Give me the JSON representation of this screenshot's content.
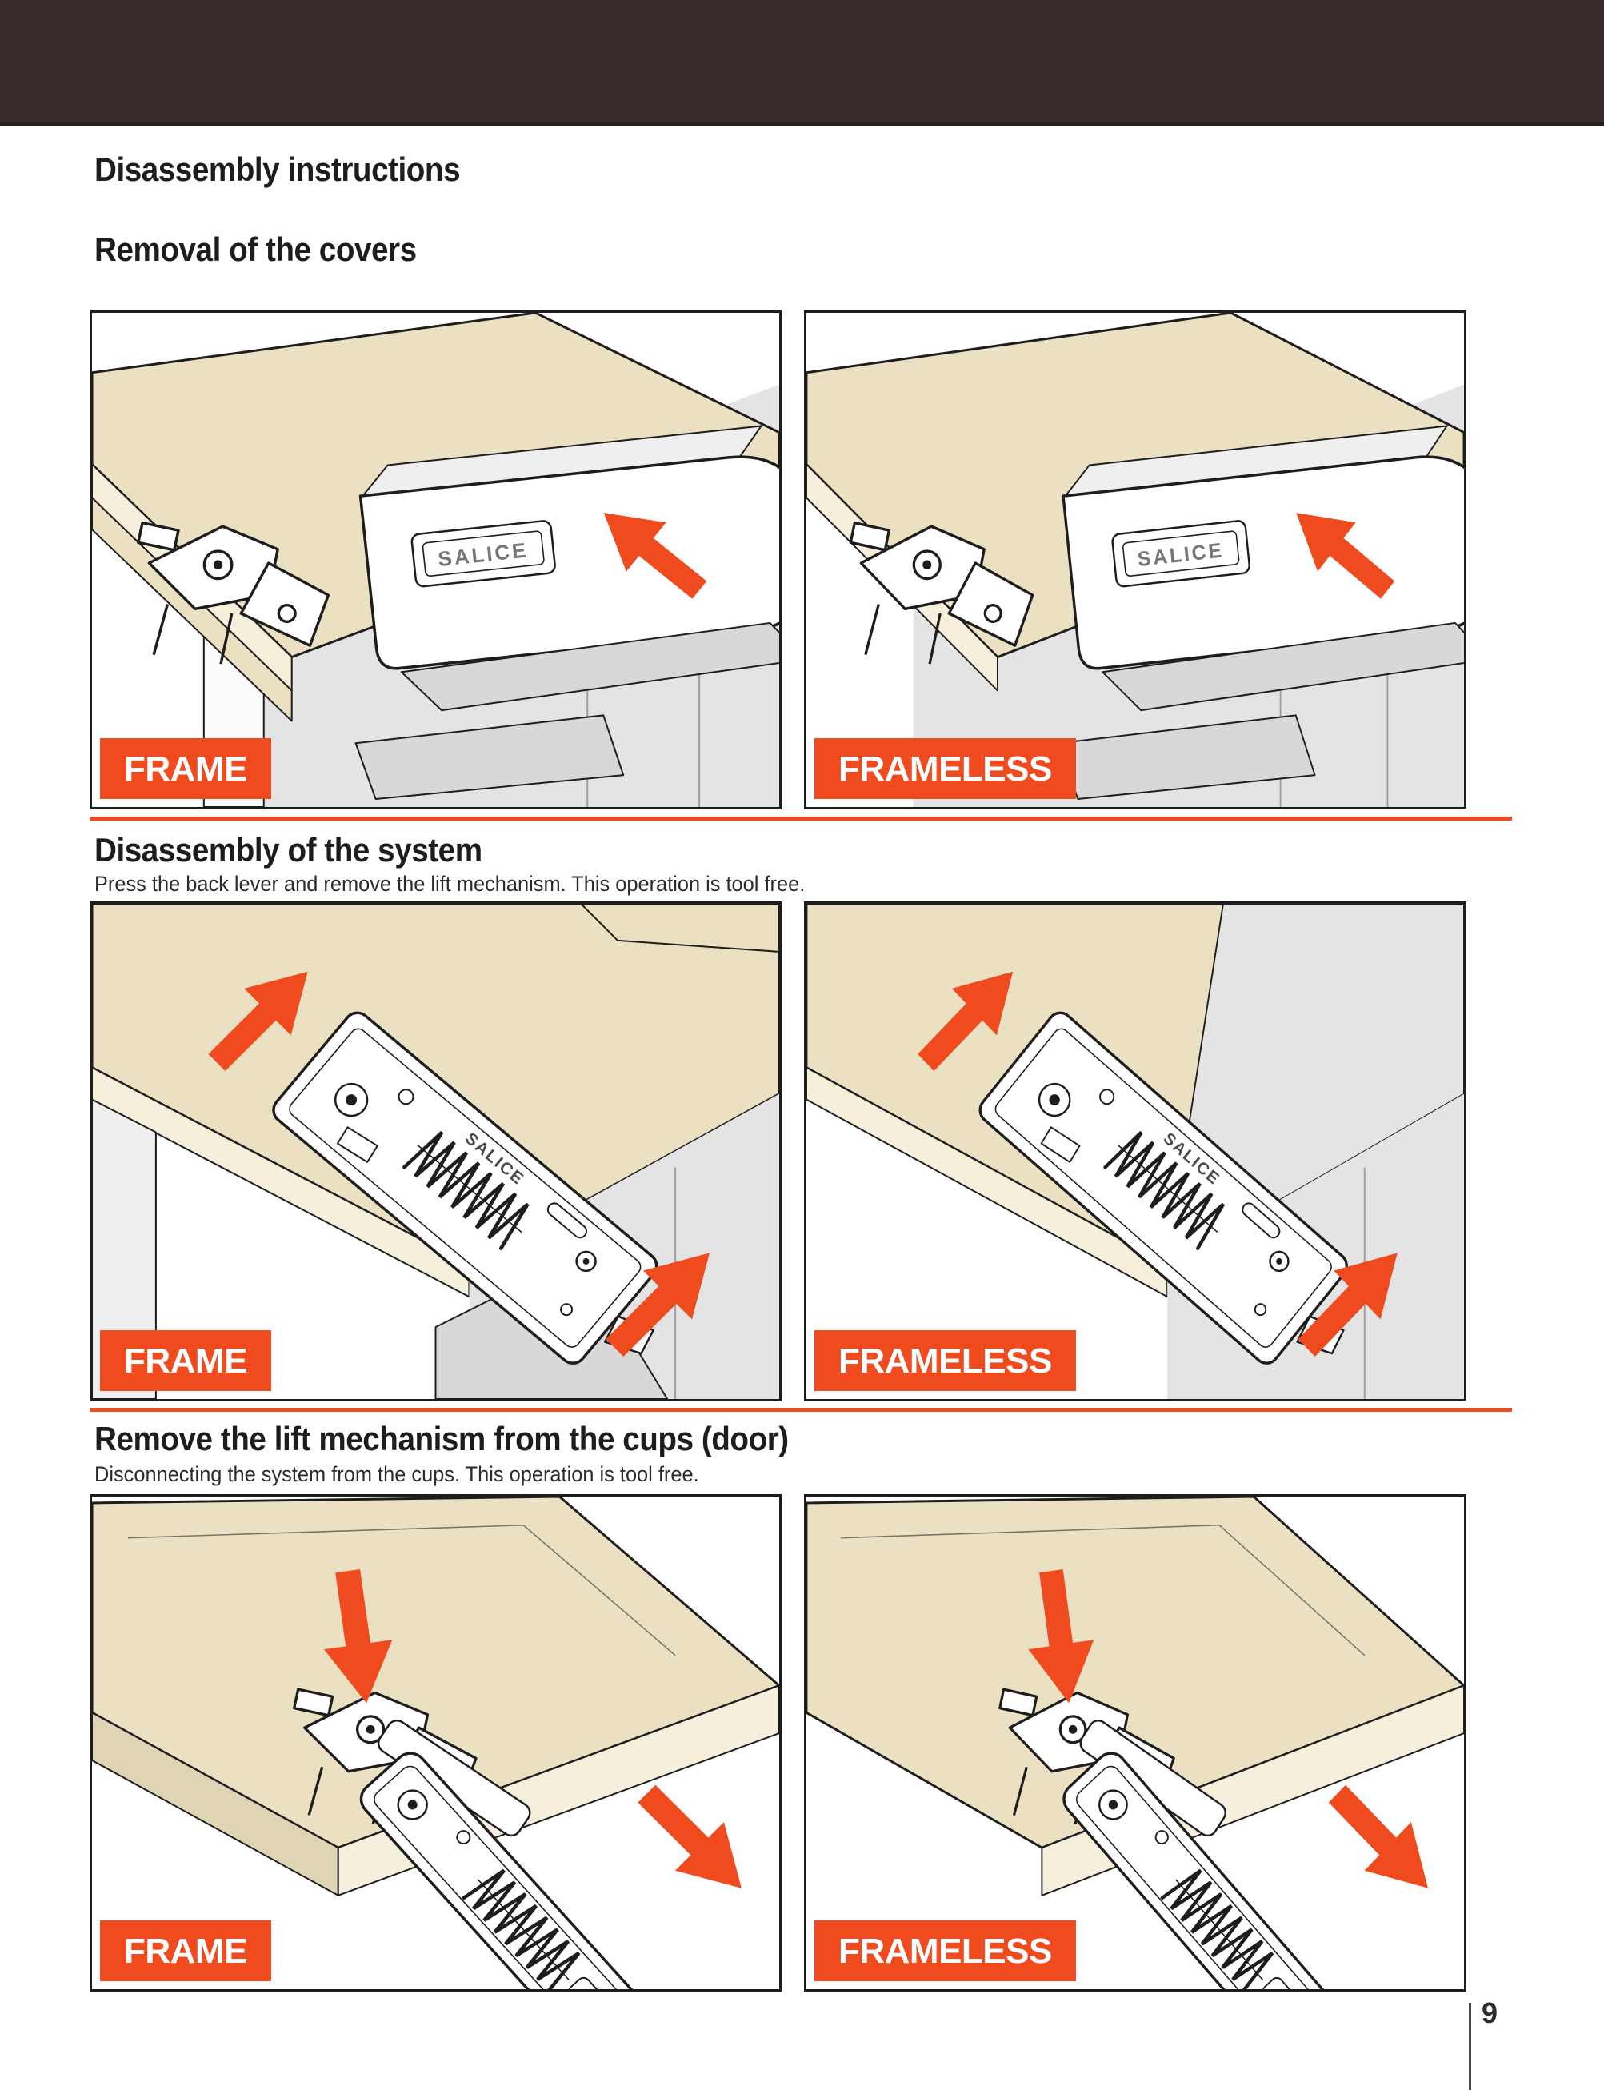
{
  "page": {
    "title": "Disassembly instructions",
    "page_number": "9",
    "brand": "SALICE"
  },
  "colors": {
    "accent": "#F04B1F",
    "header_bar": "#372C2A",
    "header_bar_edge": "#271E1C",
    "wood": "#EBE0C1",
    "wood_light": "#F6EFDC",
    "gray_wall": "#E4E4E4",
    "line": "#1D1D1D"
  },
  "sections": [
    {
      "heading": "Removal of the covers",
      "panels": [
        {
          "label": "FRAME"
        },
        {
          "label": "FRAMELESS"
        }
      ]
    },
    {
      "heading": "Disassembly of the system",
      "body": "Press the back lever and remove the lift mechanism. This operation is tool free.",
      "panels": [
        {
          "label": "FRAME"
        },
        {
          "label": "FRAMELESS"
        }
      ]
    },
    {
      "heading": "Remove the lift mechanism from the cups (door)",
      "body": "Disconnecting the system from the cups. This operation is tool free.",
      "panels": [
        {
          "label": "FRAME"
        },
        {
          "label": "FRAMELESS"
        }
      ]
    }
  ]
}
